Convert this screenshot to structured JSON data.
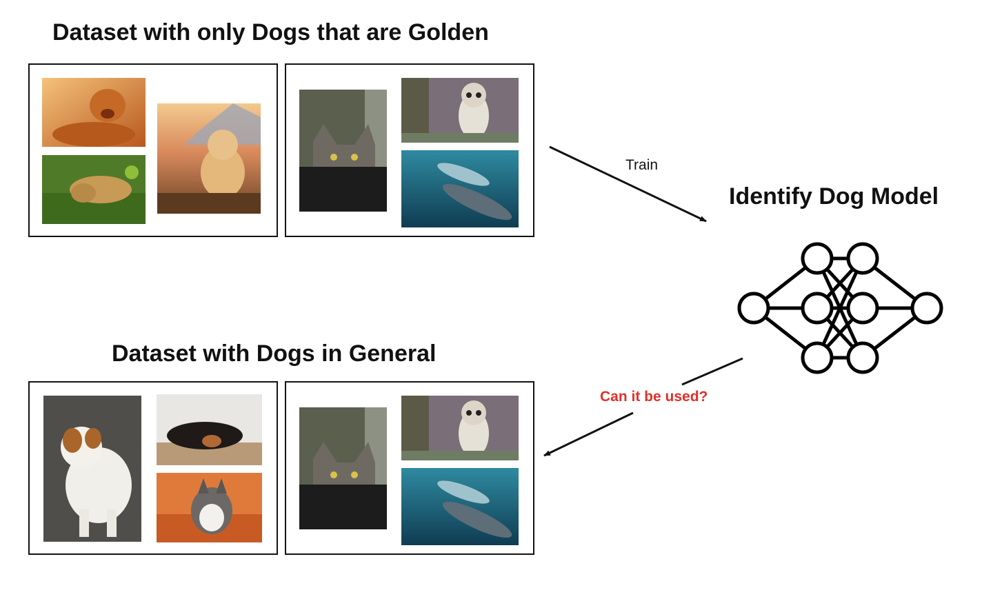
{
  "titles": {
    "top": "Dataset with only Dogs that are Golden",
    "bottom": "Dataset with Dogs in General",
    "model": "Identify Dog Model"
  },
  "edges": {
    "train": "Train",
    "question": "Can it be used?"
  },
  "colors": {
    "question": "#e0302a",
    "stroke": "#111111"
  },
  "images": {
    "top_dogs": [
      "golden-retriever-lying-sunny-photo",
      "golden-retriever-on-grass-photo",
      "golden-puppy-sitting-mountains-photo"
    ],
    "other_animals": [
      "cat-peeking-photo",
      "owl-photo",
      "dolphins-underwater-photo"
    ],
    "bottom_dogs": [
      "jack-russell-terrier-photo",
      "black-dog-lying-on-floor-photo",
      "husky-autumn-photo"
    ]
  }
}
